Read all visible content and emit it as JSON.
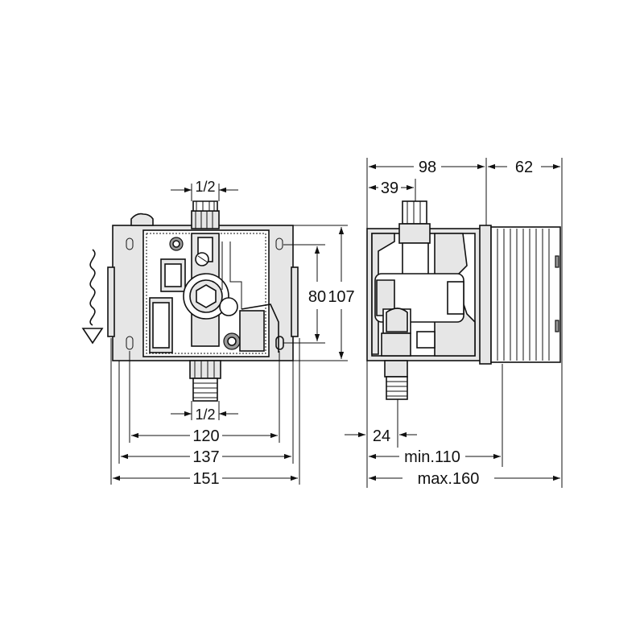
{
  "front_view": {
    "thread_top": "1/2",
    "thread_bottom": "1/2",
    "dim_80": "80",
    "dim_107": "107",
    "dim_120": "120",
    "dim_137": "137",
    "dim_151": "151"
  },
  "side_view": {
    "dim_98": "98",
    "dim_62": "62",
    "dim_39": "39",
    "dim_24": "24",
    "dim_min": "min.110",
    "dim_max": "max.160"
  },
  "icons": {
    "drainage_symbol": "wavy-arrow-to-ground-icon"
  }
}
